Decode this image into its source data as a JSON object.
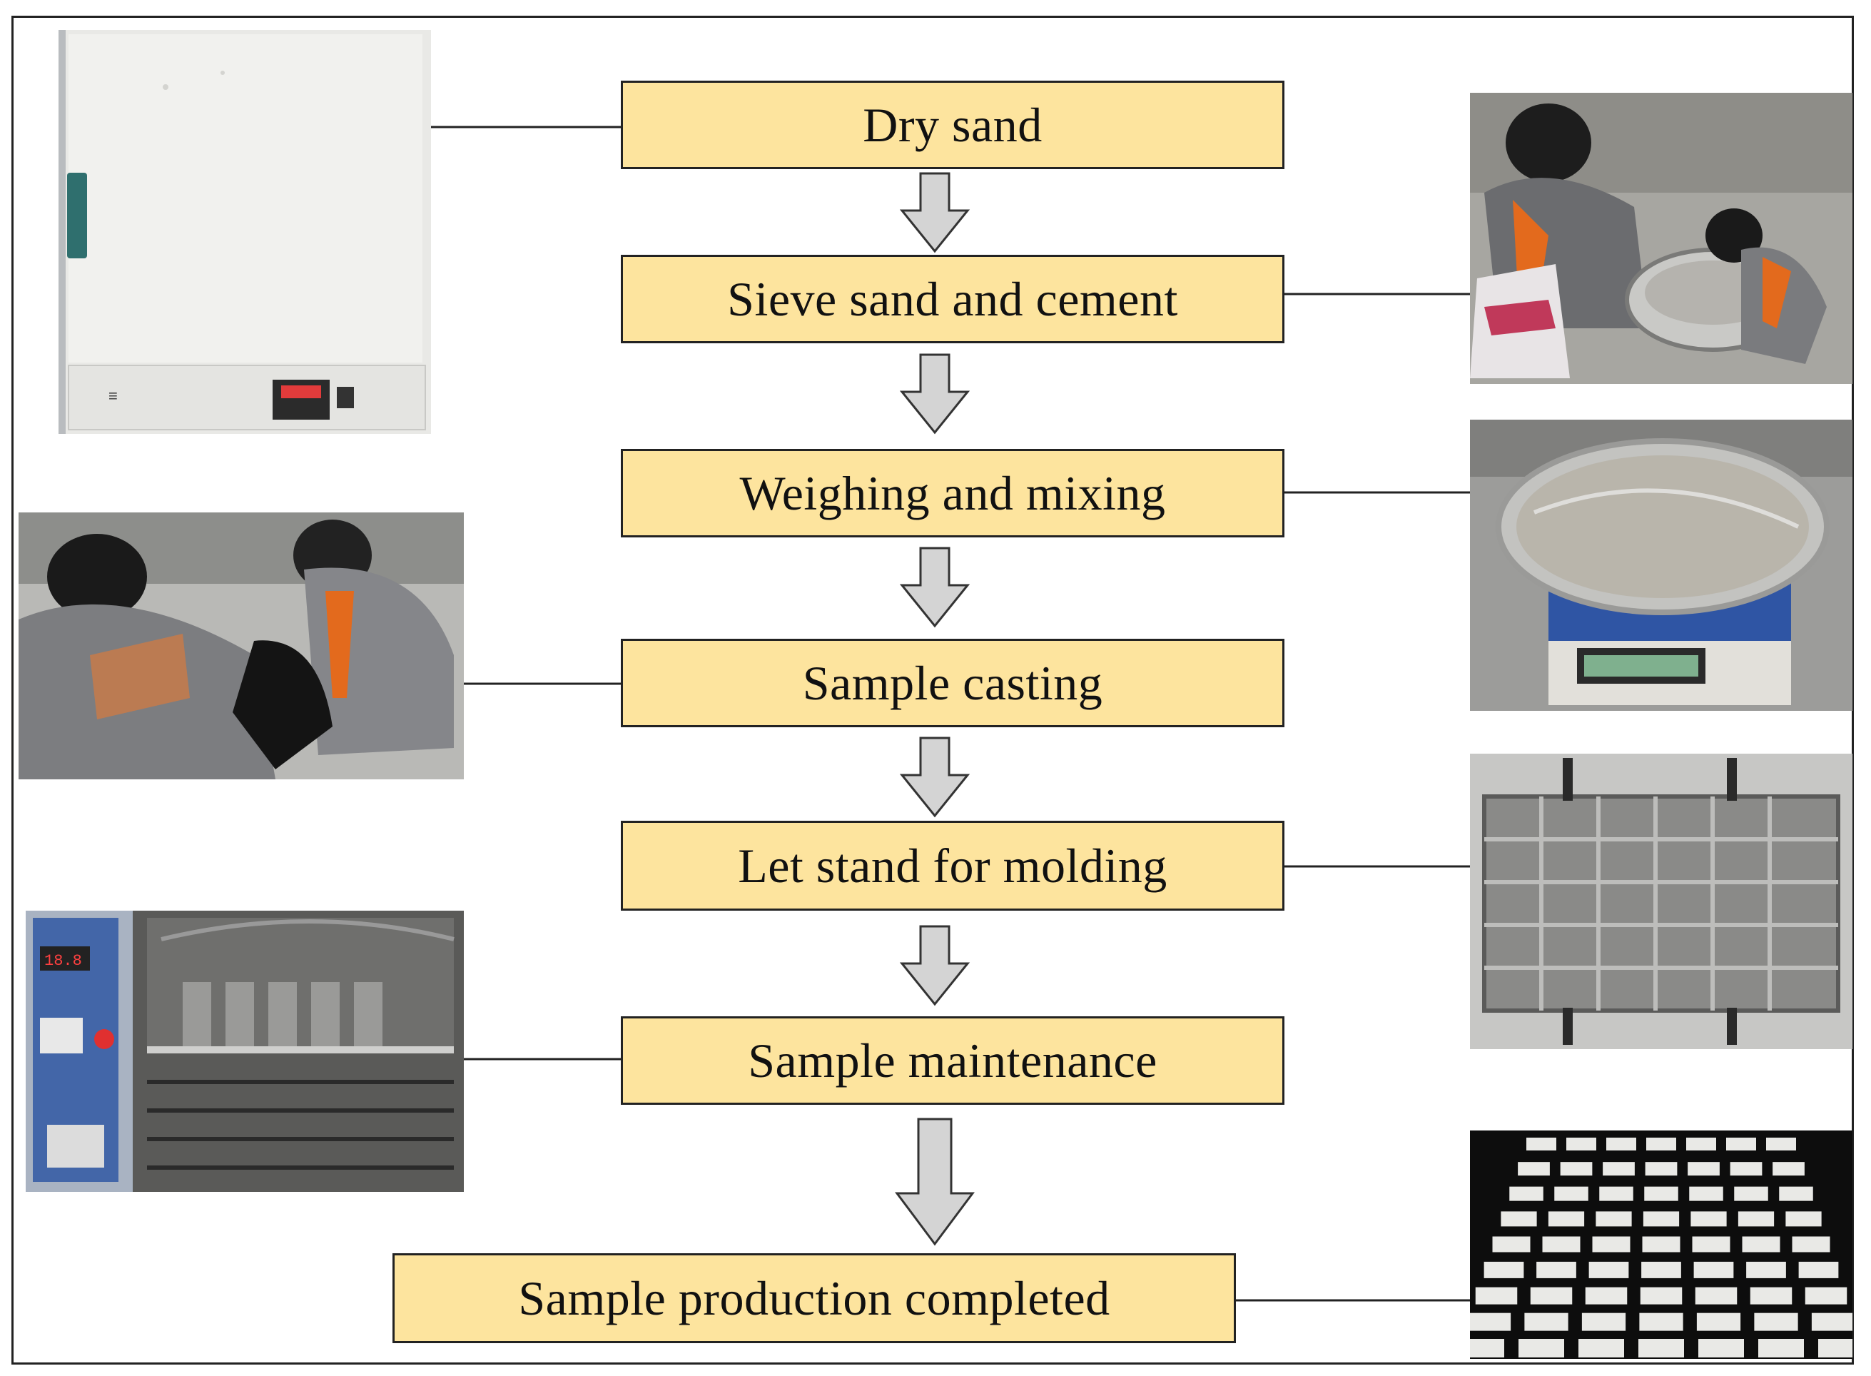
{
  "steps": [
    {
      "label": "Dry sand"
    },
    {
      "label": "Sieve sand and cement"
    },
    {
      "label": "Weighing and mixing"
    },
    {
      "label": "Sample casting"
    },
    {
      "label": "Let stand for molding"
    },
    {
      "label": "Sample maintenance"
    },
    {
      "label": "Sample production completed"
    }
  ],
  "photos": {
    "drying_oven": {
      "depicts": "drying oven"
    },
    "sieving": {
      "depicts": "two people sieving sand and cement"
    },
    "scale": {
      "depicts": "mixing pan on digital scale"
    },
    "casting": {
      "depicts": "two people casting samples"
    },
    "mold": {
      "depicts": "steel mold with cast specimens"
    },
    "curing": {
      "depicts": "curing chamber with samples"
    },
    "samples": {
      "depicts": "finished specimens on black background"
    }
  },
  "colors": {
    "box_fill": "#fde49e",
    "box_border": "#222222",
    "arrow_fill": "#d4d4d4"
  }
}
